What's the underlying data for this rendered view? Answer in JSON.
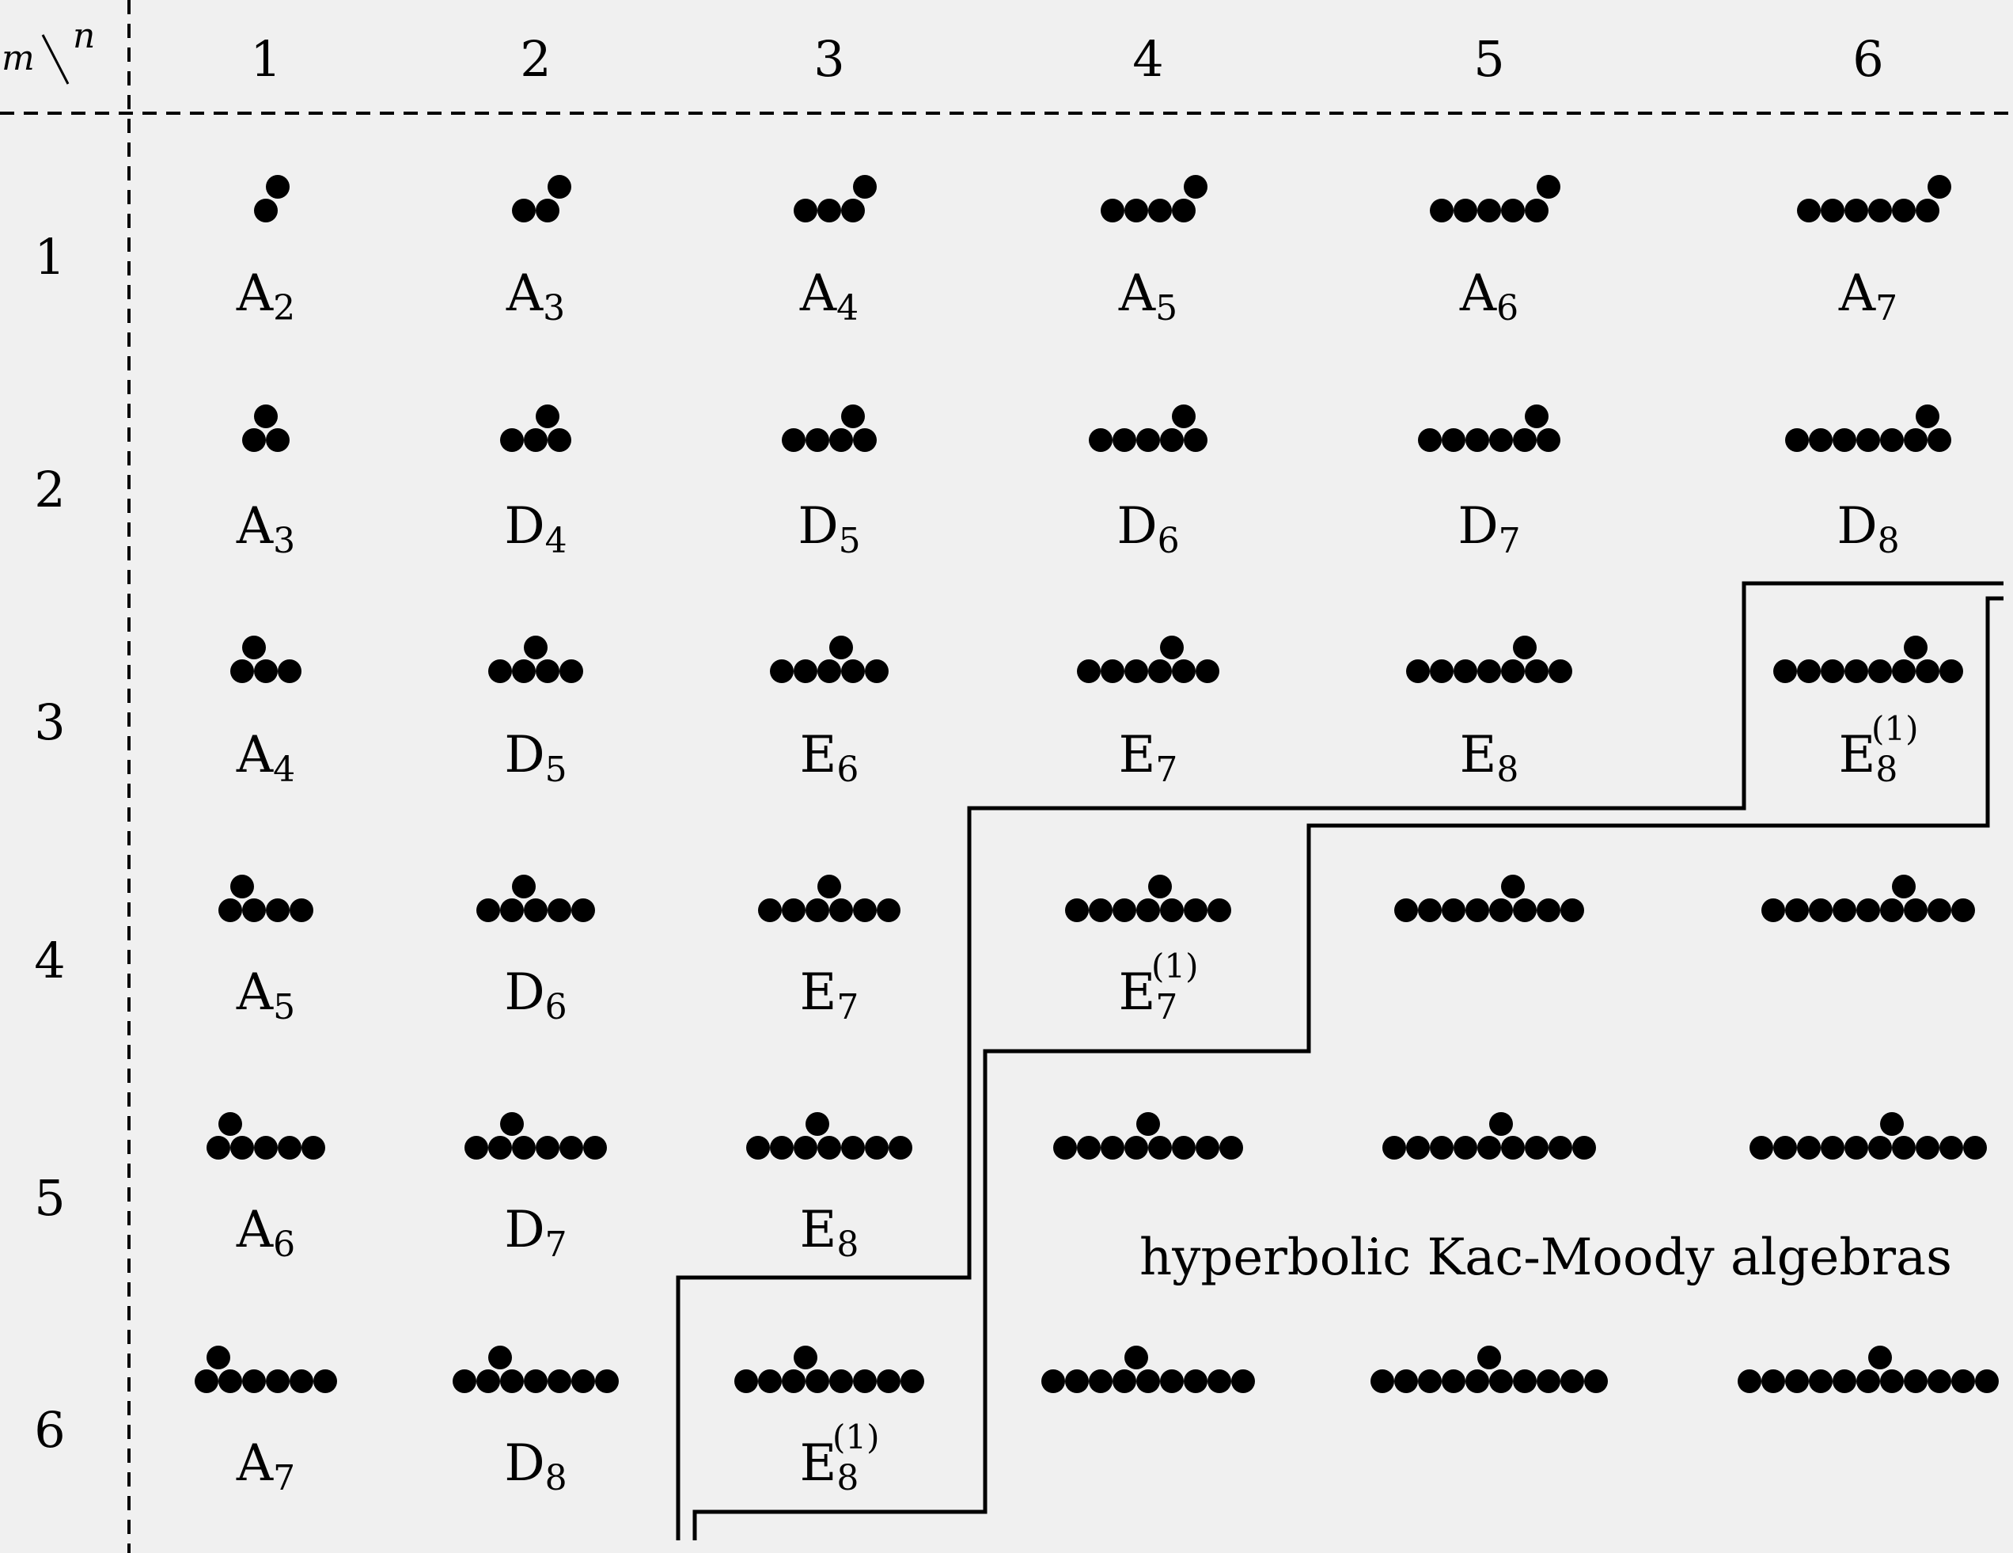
{
  "header": {
    "row_symbol": "m",
    "column_symbol": "n",
    "column_labels": [
      "1",
      "2",
      "3",
      "4",
      "5",
      "6"
    ],
    "row_labels": [
      "1",
      "2",
      "3",
      "4",
      "5",
      "6"
    ]
  },
  "cells": [
    [
      {
        "dynkin": {
          "chain": 1,
          "branch_after": 1
        },
        "letter": "A",
        "sub": "2",
        "sup": ""
      },
      {
        "dynkin": {
          "chain": 2,
          "branch_after": 2
        },
        "letter": "A",
        "sub": "3",
        "sup": ""
      },
      {
        "dynkin": {
          "chain": 3,
          "branch_after": 3
        },
        "letter": "A",
        "sub": "4",
        "sup": ""
      },
      {
        "dynkin": {
          "chain": 4,
          "branch_after": 4
        },
        "letter": "A",
        "sub": "5",
        "sup": ""
      },
      {
        "dynkin": {
          "chain": 5,
          "branch_after": 5
        },
        "letter": "A",
        "sub": "6",
        "sup": ""
      },
      {
        "dynkin": {
          "chain": 6,
          "branch_after": 6
        },
        "letter": "A",
        "sub": "7",
        "sup": ""
      }
    ],
    [
      {
        "dynkin": {
          "chain": 2,
          "branch_after": 1
        },
        "letter": "A",
        "sub": "3",
        "sup": ""
      },
      {
        "dynkin": {
          "chain": 3,
          "branch_after": 2
        },
        "letter": "D",
        "sub": "4",
        "sup": ""
      },
      {
        "dynkin": {
          "chain": 4,
          "branch_after": 3
        },
        "letter": "D",
        "sub": "5",
        "sup": ""
      },
      {
        "dynkin": {
          "chain": 5,
          "branch_after": 4
        },
        "letter": "D",
        "sub": "6",
        "sup": ""
      },
      {
        "dynkin": {
          "chain": 6,
          "branch_after": 5
        },
        "letter": "D",
        "sub": "7",
        "sup": ""
      },
      {
        "dynkin": {
          "chain": 7,
          "branch_after": 6
        },
        "letter": "D",
        "sub": "8",
        "sup": ""
      }
    ],
    [
      {
        "dynkin": {
          "chain": 3,
          "branch_after": 1
        },
        "letter": "A",
        "sub": "4",
        "sup": ""
      },
      {
        "dynkin": {
          "chain": 4,
          "branch_after": 2
        },
        "letter": "D",
        "sub": "5",
        "sup": ""
      },
      {
        "dynkin": {
          "chain": 5,
          "branch_after": 3
        },
        "letter": "E",
        "sub": "6",
        "sup": ""
      },
      {
        "dynkin": {
          "chain": 6,
          "branch_after": 4
        },
        "letter": "E",
        "sub": "7",
        "sup": ""
      },
      {
        "dynkin": {
          "chain": 7,
          "branch_after": 5
        },
        "letter": "E",
        "sub": "8",
        "sup": ""
      },
      {
        "dynkin": {
          "chain": 8,
          "branch_after": 6
        },
        "letter": "E",
        "sub": "8",
        "sup": "(1)"
      }
    ],
    [
      {
        "dynkin": {
          "chain": 4,
          "branch_after": 1
        },
        "letter": "A",
        "sub": "5",
        "sup": ""
      },
      {
        "dynkin": {
          "chain": 5,
          "branch_after": 2
        },
        "letter": "D",
        "sub": "6",
        "sup": ""
      },
      {
        "dynkin": {
          "chain": 6,
          "branch_after": 3
        },
        "letter": "E",
        "sub": "7",
        "sup": ""
      },
      {
        "dynkin": {
          "chain": 7,
          "branch_after": 4
        },
        "letter": "E",
        "sub": "7",
        "sup": "(1)"
      },
      {
        "dynkin": {
          "chain": 8,
          "branch_after": 5
        },
        "letter": "",
        "sub": "",
        "sup": ""
      },
      {
        "dynkin": {
          "chain": 9,
          "branch_after": 6
        },
        "letter": "",
        "sub": "",
        "sup": ""
      }
    ],
    [
      {
        "dynkin": {
          "chain": 5,
          "branch_after": 1
        },
        "letter": "A",
        "sub": "6",
        "sup": ""
      },
      {
        "dynkin": {
          "chain": 6,
          "branch_after": 2
        },
        "letter": "D",
        "sub": "7",
        "sup": ""
      },
      {
        "dynkin": {
          "chain": 7,
          "branch_after": 3
        },
        "letter": "E",
        "sub": "8",
        "sup": ""
      },
      {
        "dynkin": {
          "chain": 8,
          "branch_after": 4
        },
        "letter": "",
        "sub": "",
        "sup": ""
      },
      {
        "dynkin": {
          "chain": 9,
          "branch_after": 5
        },
        "letter": "",
        "sub": "",
        "sup": ""
      },
      {
        "dynkin": {
          "chain": 10,
          "branch_after": 6
        },
        "letter": "",
        "sub": "",
        "sup": ""
      }
    ],
    [
      {
        "dynkin": {
          "chain": 6,
          "branch_after": 1
        },
        "letter": "A",
        "sub": "7",
        "sup": ""
      },
      {
        "dynkin": {
          "chain": 7,
          "branch_after": 2
        },
        "letter": "D",
        "sub": "8",
        "sup": ""
      },
      {
        "dynkin": {
          "chain": 8,
          "branch_after": 3
        },
        "letter": "E",
        "sub": "8",
        "sup": "(1)"
      },
      {
        "dynkin": {
          "chain": 9,
          "branch_after": 4
        },
        "letter": "",
        "sub": "",
        "sup": ""
      },
      {
        "dynkin": {
          "chain": 10,
          "branch_after": 5
        },
        "letter": "",
        "sub": "",
        "sup": ""
      },
      {
        "dynkin": {
          "chain": 11,
          "branch_after": 6
        },
        "letter": "",
        "sub": "",
        "sup": ""
      }
    ]
  ],
  "region_caption": "hyperbolic Kac-Moody algebras"
}
